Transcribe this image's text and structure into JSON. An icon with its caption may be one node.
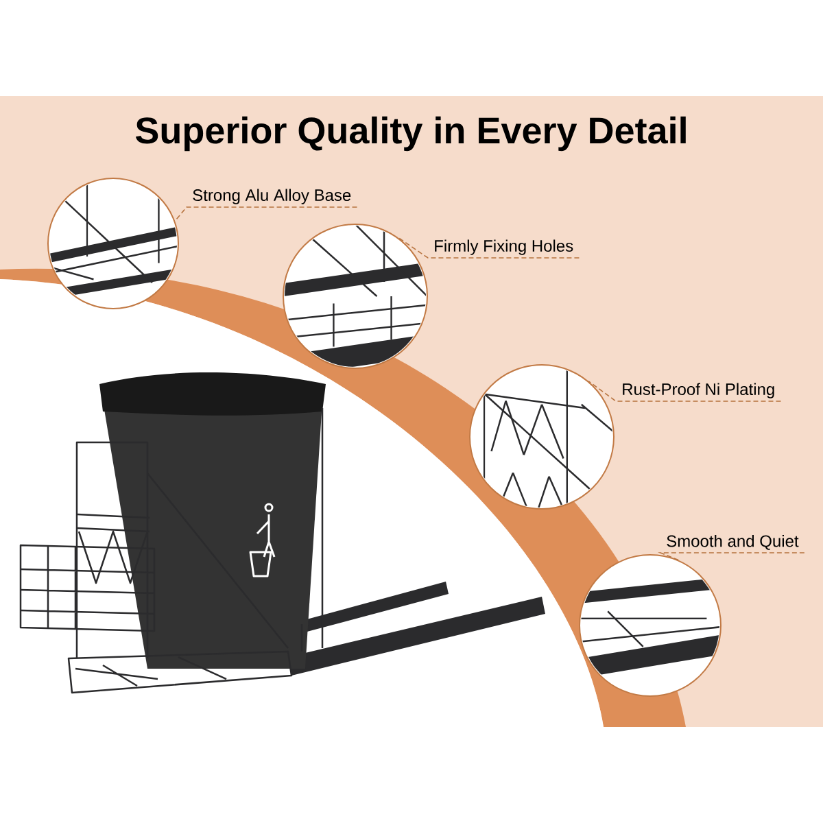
{
  "diagram": {
    "title": "Superior Quality in Every Detail",
    "nodes": [
      {
        "text": [
          "Strong Alu Alloy Base"
        ]
      },
      {
        "text": [],
        "shape": "picture"
      },
      {
        "text": [
          "Firmly Fixing Holes"
        ]
      },
      {
        "text": [],
        "shape": "picture"
      },
      {
        "text": [
          "Rust-Proof Ni Plating"
        ]
      },
      {
        "text": [],
        "shape": "picture"
      },
      {
        "text": [
          "Smooth and Quiet"
        ]
      },
      {
        "text": [],
        "shape": "picture"
      }
    ],
    "edges": [
      {
        "from": 0,
        "to": 1,
        "arrow": "none",
        "style": "dashed"
      },
      {
        "from": 2,
        "to": 3,
        "arrow": "none",
        "style": "dashed"
      },
      {
        "from": 4,
        "to": 5,
        "arrow": "none",
        "style": "dashed"
      },
      {
        "from": 6,
        "to": 7,
        "arrow": "none",
        "style": "dashed"
      }
    ]
  }
}
